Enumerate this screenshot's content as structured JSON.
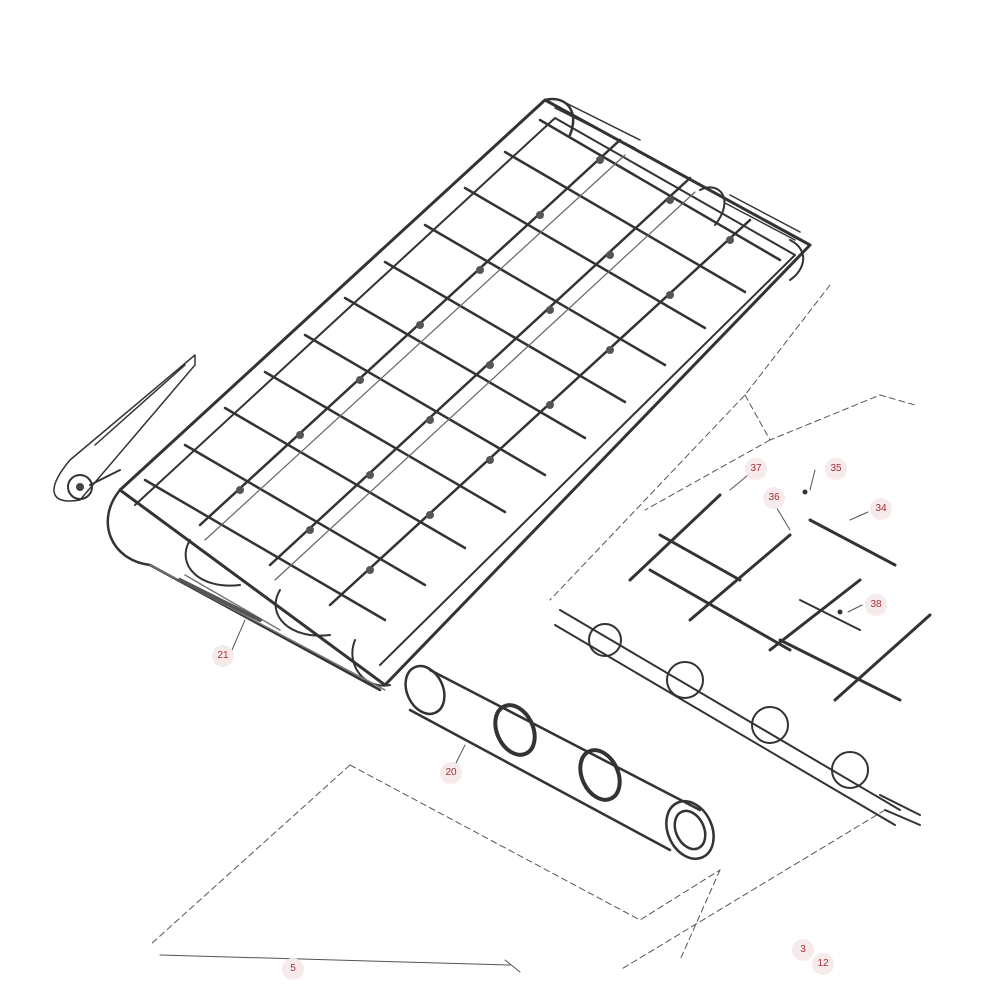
{
  "diagram": {
    "type": "exploded-parts-diagram",
    "line_color": "#333333",
    "callout_text_color": "#a3303a",
    "callout_bg_color": "#f6eaea",
    "callouts": [
      {
        "id": "c21",
        "label": "21"
      },
      {
        "id": "c20",
        "label": "20"
      },
      {
        "id": "c37",
        "label": "37"
      },
      {
        "id": "c35",
        "label": "35"
      },
      {
        "id": "c36",
        "label": "36"
      },
      {
        "id": "c34",
        "label": "34"
      },
      {
        "id": "c38",
        "label": "38"
      },
      {
        "id": "c3",
        "label": "3"
      },
      {
        "id": "c12",
        "label": "12"
      },
      {
        "id": "c5",
        "label": "5"
      }
    ]
  }
}
